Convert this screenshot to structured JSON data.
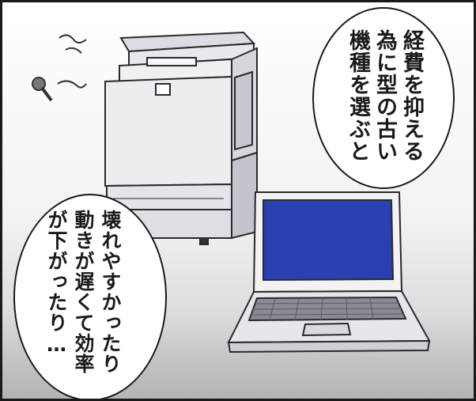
{
  "caption_top_right": {
    "lines": [
      "経費を抑える",
      "為に型の古い",
      "機種を選ぶと"
    ]
  },
  "caption_bottom_left": {
    "lines": [
      "壊れやすかったり",
      "動きが遅くて効率",
      "が下がったり…"
    ]
  },
  "objects": [
    "old-copier",
    "old-laptop"
  ],
  "colors": {
    "screen": "#2a3fb0",
    "copier_body": "#e9e9ee",
    "outline": "#1a1a1a"
  }
}
